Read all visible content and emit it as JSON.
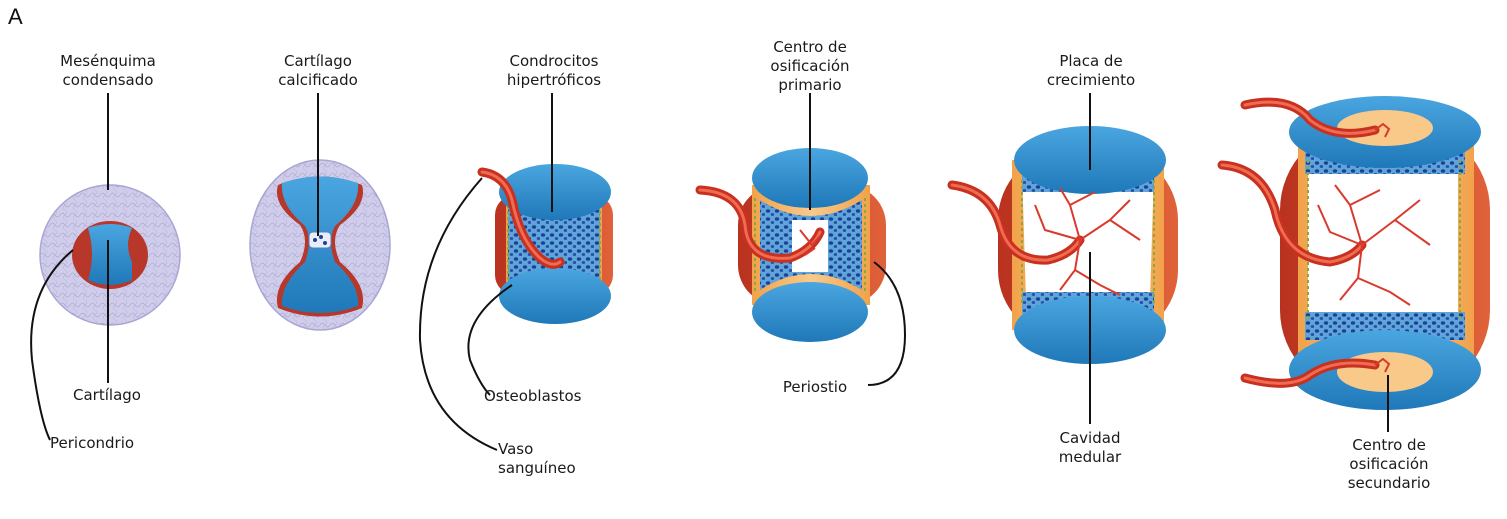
{
  "figure": {
    "panel_letter": "A",
    "labels": {
      "mesenquima": "Mesénquima\ncondensado",
      "cartilago_calcificado": "Cartílago\ncalcificado",
      "condrocitos": "Condrocitos\nhipertróficos",
      "centro_primario": "Centro de\nosificación\nprimario",
      "placa": "Placa de\ncrecimiento",
      "cartilago": "Cartílago",
      "pericondrio": "Pericondrio",
      "osteoblastos": "Osteoblastos",
      "vaso": "Vaso\nsanguíneo",
      "periostio": "Periostio",
      "cavidad": "Cavidad\nmedular",
      "centro_secundario": "Centro de\nosificación\nsecundario"
    }
  },
  "colors": {
    "cartilage_blue": "#2f8fcf",
    "cartilage_dark": "#1d6ea8",
    "mesenchyme_lavender": "#c9c6e6",
    "perichondrium_red": "#c0392b",
    "bone_orange": "#f4b060",
    "vessel_red": "#d93a2b",
    "osteoblast_green": "#8aa93a",
    "leader_line": "#111111"
  }
}
